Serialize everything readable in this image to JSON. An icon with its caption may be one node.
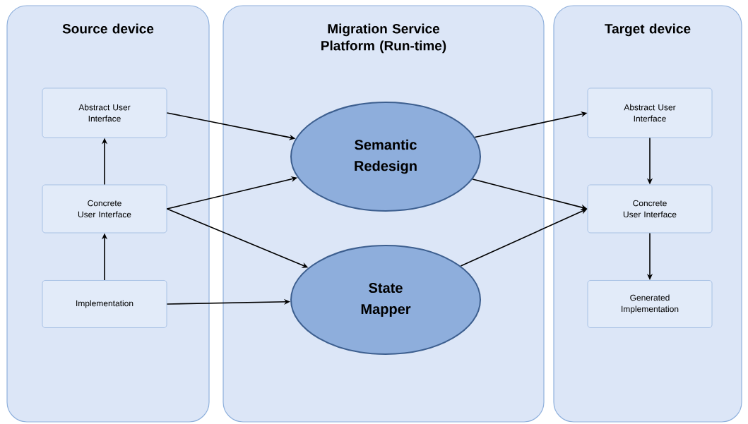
{
  "diagram": {
    "nodes": [
      {
        "text": [
          "Source device"
        ]
      },
      {
        "text": [
          "Abstract User Interface"
        ],
        "in": 0
      },
      {
        "text": [
          "Concrete User Interface"
        ],
        "in": 0
      },
      {
        "text": [
          "Implementation"
        ],
        "in": 0
      },
      {
        "text": [
          "Migration Service Platform (Run-time)"
        ]
      },
      {
        "text": [
          "Semantic Redesign"
        ],
        "in": 4
      },
      {
        "text": [
          "State Mapper"
        ],
        "in": 4
      },
      {
        "text": [
          "Target device"
        ]
      },
      {
        "text": [
          "Abstract User Interface"
        ],
        "in": 7
      },
      {
        "text": [
          "Concrete User Interface"
        ],
        "in": 7
      },
      {
        "text": [
          "Generated Implementation"
        ],
        "in": 7
      }
    ],
    "edges": [
      {
        "from": 2,
        "to": 1,
        "arrow": "to"
      },
      {
        "from": 3,
        "to": 2,
        "arrow": "to"
      },
      {
        "from": 1,
        "to": 5,
        "arrow": "to"
      },
      {
        "from": 2,
        "to": 5,
        "arrow": "to"
      },
      {
        "from": 2,
        "to": 6,
        "arrow": "to"
      },
      {
        "from": 3,
        "to": 6,
        "arrow": "to"
      },
      {
        "from": 5,
        "to": 8,
        "arrow": "to"
      },
      {
        "from": 5,
        "to": 9,
        "arrow": "to"
      },
      {
        "from": 6,
        "to": 9,
        "arrow": "to"
      },
      {
        "from": 8,
        "to": 9,
        "arrow": "to"
      },
      {
        "from": 9,
        "to": 10,
        "arrow": "to"
      }
    ]
  }
}
